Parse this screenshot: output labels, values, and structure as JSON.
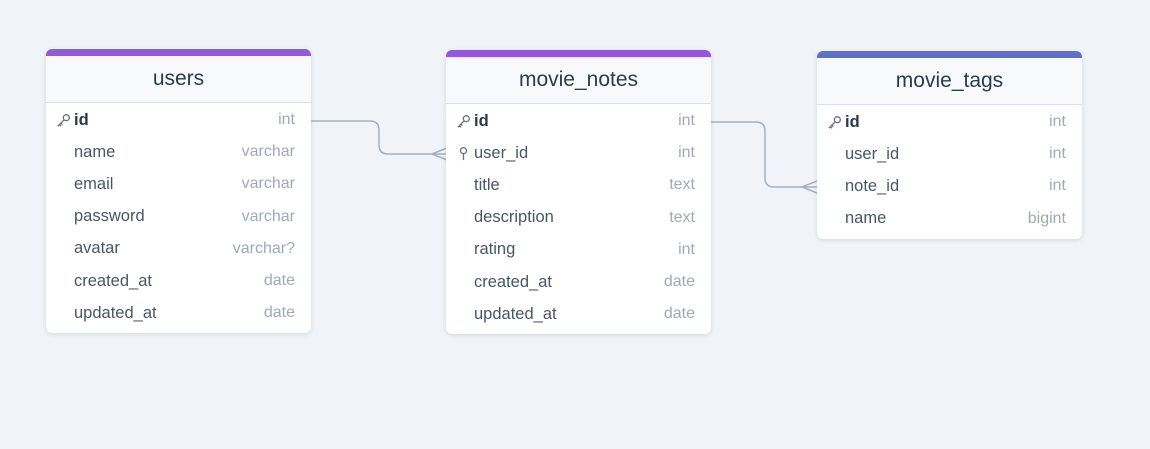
{
  "colors": {
    "background": "#f0f4f8",
    "accent_purple": "#9458e0",
    "accent_blue": "#5c6fcf",
    "connector": "#a4b0c2"
  },
  "tables": {
    "users": {
      "title": "users",
      "accent_color": "#9458e0",
      "fields": [
        {
          "name": "id",
          "type": "int",
          "key": "primary-key"
        },
        {
          "name": "name",
          "type": "varchar"
        },
        {
          "name": "email",
          "type": "varchar"
        },
        {
          "name": "password",
          "type": "varchar"
        },
        {
          "name": "avatar",
          "type": "varchar?"
        },
        {
          "name": "created_at",
          "type": "date"
        },
        {
          "name": "updated_at",
          "type": "date"
        }
      ]
    },
    "movie_notes": {
      "title": "movie_notes",
      "accent_color": "#9458e0",
      "fields": [
        {
          "name": "id",
          "type": "int",
          "key": "primary-key"
        },
        {
          "name": "user_id",
          "type": "int",
          "key": "foreign-key"
        },
        {
          "name": "title",
          "type": "text"
        },
        {
          "name": "description",
          "type": "text"
        },
        {
          "name": "rating",
          "type": "int"
        },
        {
          "name": "created_at",
          "type": "date"
        },
        {
          "name": "updated_at",
          "type": "date"
        }
      ]
    },
    "movie_tags": {
      "title": "movie_tags",
      "accent_color": "#5c6fcf",
      "fields": [
        {
          "name": "id",
          "type": "int",
          "key": "primary-key"
        },
        {
          "name": "user_id",
          "type": "int"
        },
        {
          "name": "note_id",
          "type": "int"
        },
        {
          "name": "name",
          "type": "bigint"
        }
      ]
    }
  },
  "relations": [
    {
      "from": "users.id",
      "to": "movie_notes.user_id",
      "cardinality": "one-to-many"
    },
    {
      "from": "movie_notes.id",
      "to": "movie_tags.note_id",
      "cardinality": "one-to-many"
    }
  ],
  "icons": {
    "primary-key": "key-icon",
    "foreign-key": "pin-icon"
  }
}
